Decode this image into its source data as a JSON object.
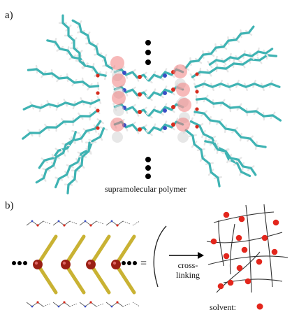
{
  "panel_a": {
    "label": "a)",
    "caption": "supramolecular polymer"
  },
  "panel_b": {
    "label": "b)",
    "equals_sign": "=",
    "crosslink_caption": "cross-linking",
    "solvent_caption": "solvent:"
  },
  "colors": {
    "carbon": "#3fb3b3",
    "hydrogen": "#e6e6e6",
    "oxygen": "#d62c1e",
    "nitrogen": "#3a4fc4",
    "sphere": "#f08080",
    "rod": "#c9b233",
    "node": "#9a1f14",
    "solvent_dot": "#e3261c"
  }
}
